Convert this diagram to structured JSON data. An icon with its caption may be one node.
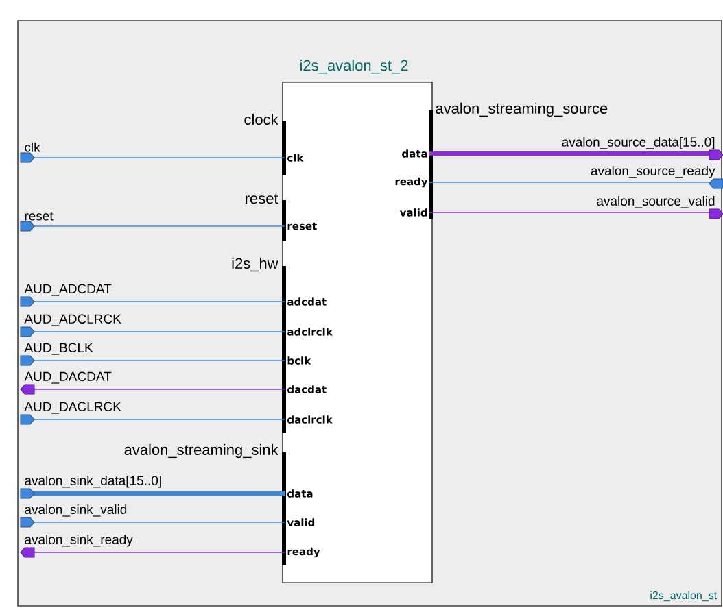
{
  "diagram": {
    "nodes": [
      {
        "text": [
          "i2s_avalon_st"
        ]
      },
      {
        "text": [
          "i2s_avalon_st_2"
        ],
        "in": 0
      },
      {
        "text": [
          "clk"
        ],
        "in": 1
      },
      {
        "text": [
          "reset"
        ],
        "in": 1
      },
      {
        "text": [
          "adcdat"
        ],
        "in": 1
      },
      {
        "text": [
          "adclrclk"
        ],
        "in": 1
      },
      {
        "text": [
          "bclk"
        ],
        "in": 1
      },
      {
        "text": [
          "dacdat"
        ],
        "in": 1
      },
      {
        "text": [
          "daclrclk"
        ],
        "in": 1
      },
      {
        "text": [
          "data"
        ],
        "in": 1
      },
      {
        "text": [
          "valid"
        ],
        "in": 1
      },
      {
        "text": [
          "ready"
        ],
        "in": 1
      },
      {
        "text": [
          "data"
        ],
        "in": 1
      },
      {
        "text": [
          "ready"
        ],
        "in": 1
      },
      {
        "text": [
          "valid"
        ],
        "in": 1
      },
      {
        "text": [
          "clk"
        ],
        "in": 0
      },
      {
        "text": [
          "reset"
        ],
        "in": 0
      },
      {
        "text": [
          "AUD_ADCDAT"
        ],
        "in": 0
      },
      {
        "text": [
          "AUD_ADCLRCK"
        ],
        "in": 0
      },
      {
        "text": [
          "AUD_BCLK"
        ],
        "in": 0
      },
      {
        "text": [
          "AUD_DACDAT"
        ],
        "in": 0
      },
      {
        "text": [
          "AUD_DACLRCK"
        ],
        "in": 0
      },
      {
        "text": [
          "avalon_sink_data[15..0]"
        ],
        "in": 0
      },
      {
        "text": [
          "avalon_sink_valid"
        ],
        "in": 0
      },
      {
        "text": [
          "avalon_sink_ready"
        ],
        "in": 0
      },
      {
        "text": [
          "avalon_source_data[15..0]"
        ],
        "in": 0
      },
      {
        "text": [
          "avalon_source_ready"
        ],
        "in": 0
      },
      {
        "text": [
          "avalon_source_valid"
        ],
        "in": 0
      }
    ],
    "edges": [
      {
        "from": 15,
        "to": 2,
        "arrow": "other"
      },
      {
        "from": 16,
        "to": 3,
        "arrow": "other"
      },
      {
        "from": 17,
        "to": 4,
        "arrow": "other"
      },
      {
        "from": 18,
        "to": 5,
        "arrow": "other"
      },
      {
        "from": 19,
        "to": 6,
        "arrow": "other"
      },
      {
        "from": 7,
        "to": 20,
        "arrow": "to",
        "color": "#8a2be2"
      },
      {
        "from": 21,
        "to": 8,
        "arrow": "other"
      },
      {
        "from": 22,
        "to": 9,
        "arrow": "other",
        "style": "thick"
      },
      {
        "from": 23,
        "to": 10,
        "arrow": "other"
      },
      {
        "from": 11,
        "to": 24,
        "arrow": "to",
        "color": "#8a2be2"
      },
      {
        "from": 12,
        "to": 25,
        "arrow": "to",
        "color": "#8a2be2",
        "style": "thick"
      },
      {
        "from": 26,
        "to": 13,
        "arrow": "other"
      },
      {
        "from": 14,
        "to": 27,
        "arrow": "to",
        "color": "#8a2be2"
      }
    ],
    "labels": [
      "clock",
      "reset",
      "i2s_hw",
      "avalon_streaming_sink",
      "avalon_streaming_source"
    ]
  }
}
